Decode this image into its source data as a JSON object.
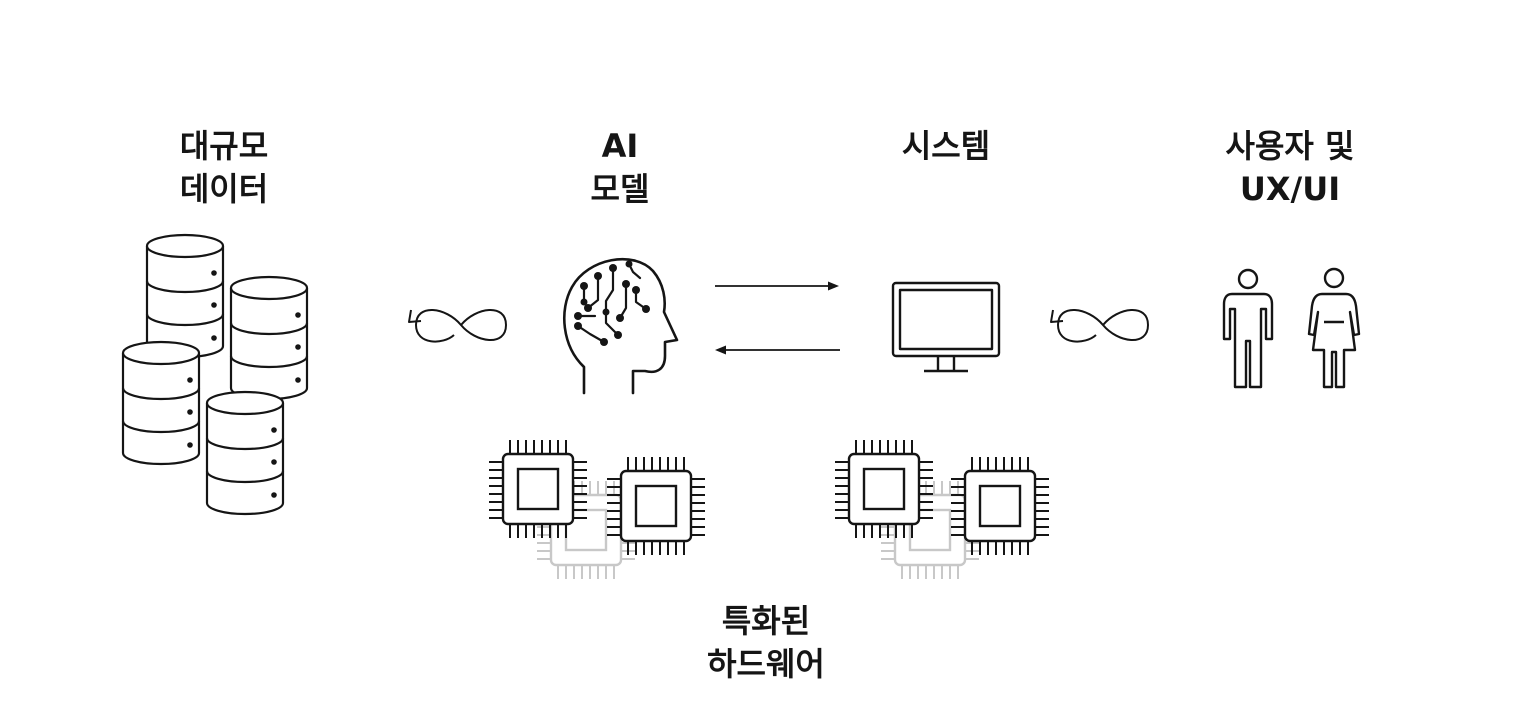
{
  "labels": {
    "data": {
      "line1": "대규모",
      "line2": "데이터"
    },
    "model": {
      "line1": "AI",
      "line2": "모델"
    },
    "system": {
      "line1": "시스템"
    },
    "users": {
      "line1": "사용자 및",
      "line2": "UX/UI"
    },
    "hardware": {
      "line1": "특화된",
      "line2": "하드웨어"
    }
  },
  "icons": [
    "database-stack-icon",
    "infinity-loop-icon",
    "ai-head-circuit-icon",
    "arrow-right-icon",
    "arrow-left-icon",
    "monitor-icon",
    "man-icon",
    "woman-icon",
    "chip-cluster-icon"
  ],
  "colors": {
    "stroke": "#151515",
    "faded_chip": "#c8c8c8",
    "background": "#ffffff"
  }
}
